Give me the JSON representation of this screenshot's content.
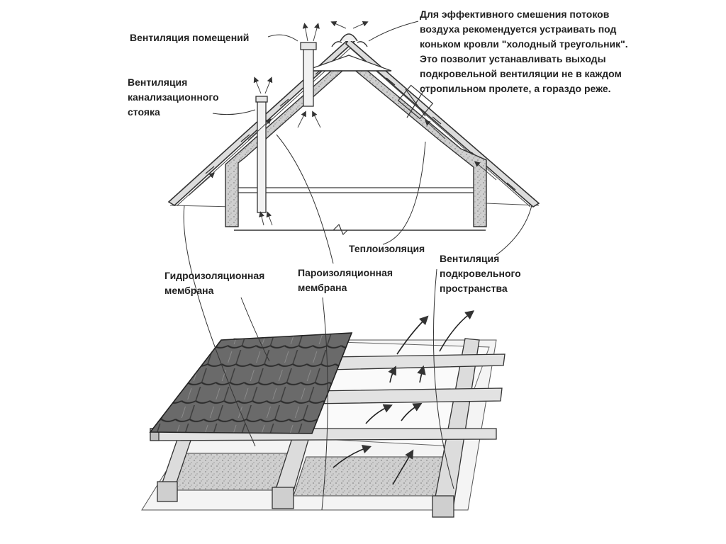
{
  "labels": {
    "room_ventilation": "Вентиляция помещений",
    "sewer_ventilation": "Вентиляция\nканализационного\nстояка",
    "ridge_note": "Для эффективного смешения потоков\nвоздуха рекомендуется устраивать под\nконьком кровли \"холодный треугольник\".\nЭто позволит устанавливать выходы\nподкровельной вентиляции не в каждом\nстропильном пролете, а гораздо реже.",
    "thermal_insulation": "Теплоизоляция",
    "waterproofing_membrane": "Гидроизоляционная\nмембрана",
    "vapor_barrier_membrane": "Пароизоляционная\nмембрана",
    "under_roof_ventilation": "Вентиляция\nподкровельного\nпространства"
  },
  "colors": {
    "ink": "#222222",
    "insulation": "#c9c9c9",
    "tile": "#6e6e6e",
    "timber": "#d6d6d6"
  },
  "icons": [
    "airflow-arrow-icon",
    "ridge-cap-icon",
    "vent-pipe-icon"
  ]
}
